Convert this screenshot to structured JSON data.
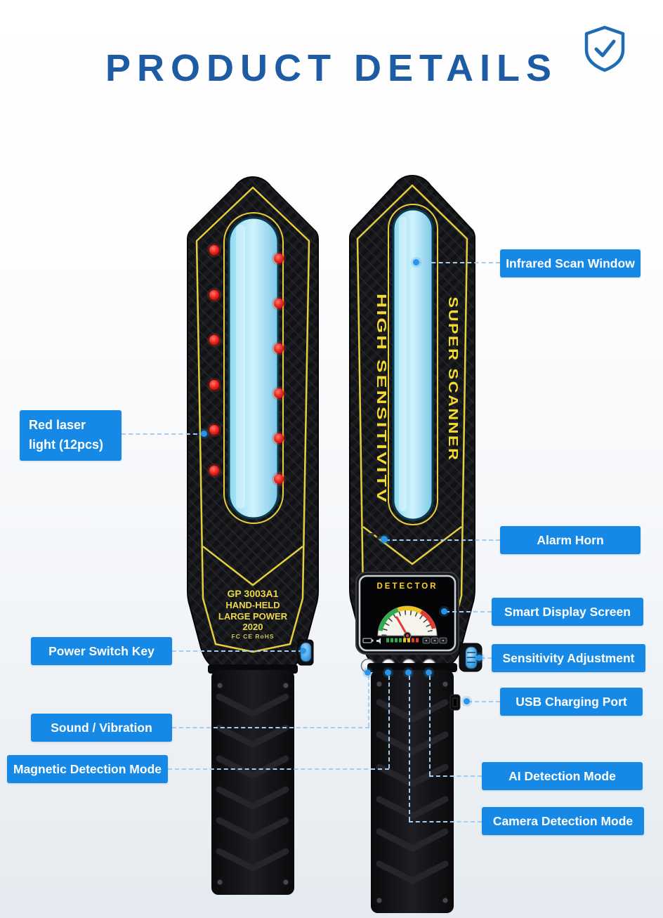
{
  "page": {
    "title": "PRODUCT DETAILS"
  },
  "callouts": {
    "infrared_scan_window": "Infrared Scan Window",
    "red_laser": {
      "line1": "Red laser",
      "line2": "light (12pcs)"
    },
    "alarm_horn": "Alarm Horn",
    "smart_display_screen": "Smart Display Screen",
    "power_switch_key": "Power Switch Key",
    "sensitivity_adjustment": "Sensitivity Adjustment",
    "usb_charging_port": "USB Charging Port",
    "sound_vibration": "Sound / Vibration",
    "magnetic_detection_mode": "Magnetic Detection Mode",
    "ai_detection_mode": "AI Detection Mode",
    "camera_detection_mode": "Camera Detection Mode"
  },
  "device_front": {
    "model": "GP 3003A1",
    "type": "HAND-HELD",
    "power": "LARGE POWER",
    "year": "2020",
    "certifications": "FC CE RoHS"
  },
  "device_back": {
    "side_text_left": "HIGH SENSITIVITV",
    "side_text_right": "SUPER SCANNER",
    "screen_title": "DETECTOR"
  },
  "colors": {
    "title_blue": "#1d5ba4",
    "callout_blue": "#1689e6",
    "accent_yellow": "#e8d44a",
    "led_red": "#f3271d",
    "window_blue": "#a9e2f5"
  }
}
